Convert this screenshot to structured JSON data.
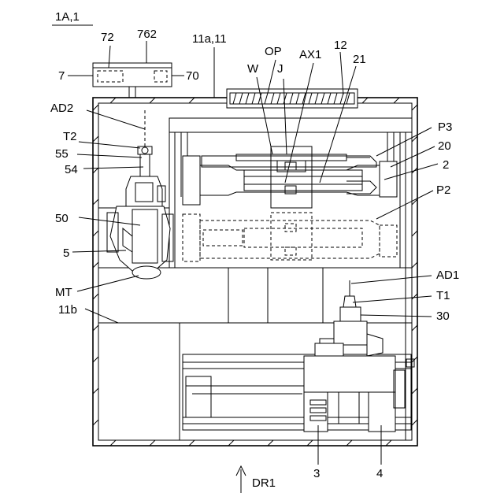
{
  "labels": {
    "fig_ref": "1A,1",
    "l762": "762",
    "l72": "72",
    "l7": "7",
    "l70": "70",
    "l11a": "11a,11",
    "lOP": "OP",
    "lW": "W",
    "lJ": "J",
    "lAX1": "AX1",
    "l12": "12",
    "l21": "21",
    "lAD2": "AD2",
    "lT2": "T2",
    "l55": "55",
    "l54": "54",
    "l50": "50",
    "l5": "5",
    "lMT": "MT",
    "l11b": "11b",
    "lP3": "P3",
    "l20": "20",
    "l2": "2",
    "lP2": "P2",
    "lAD1": "AD1",
    "lT1": "T1",
    "l30": "30",
    "l3": "3",
    "l4": "4",
    "lDR1": "DR1"
  }
}
